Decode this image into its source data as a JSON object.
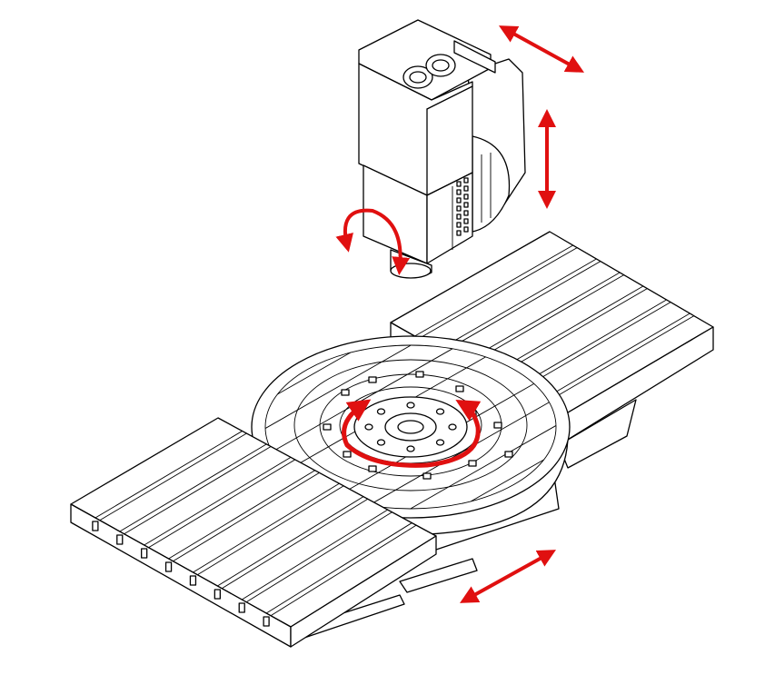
{
  "diagram": {
    "kind": "5-axis machine tool kinematics illustration",
    "colors": {
      "line_art": "#000000",
      "background": "#ffffff",
      "motion_arrow": "#e01010"
    },
    "motion_arrows": [
      {
        "name": "head-horizontal-linear",
        "kind": "linear-double"
      },
      {
        "name": "head-vertical-linear",
        "kind": "linear-double"
      },
      {
        "name": "head-tilt-rotary",
        "kind": "rotary"
      },
      {
        "name": "table-rotary",
        "kind": "rotary"
      },
      {
        "name": "table-linear",
        "kind": "linear-double"
      }
    ]
  }
}
